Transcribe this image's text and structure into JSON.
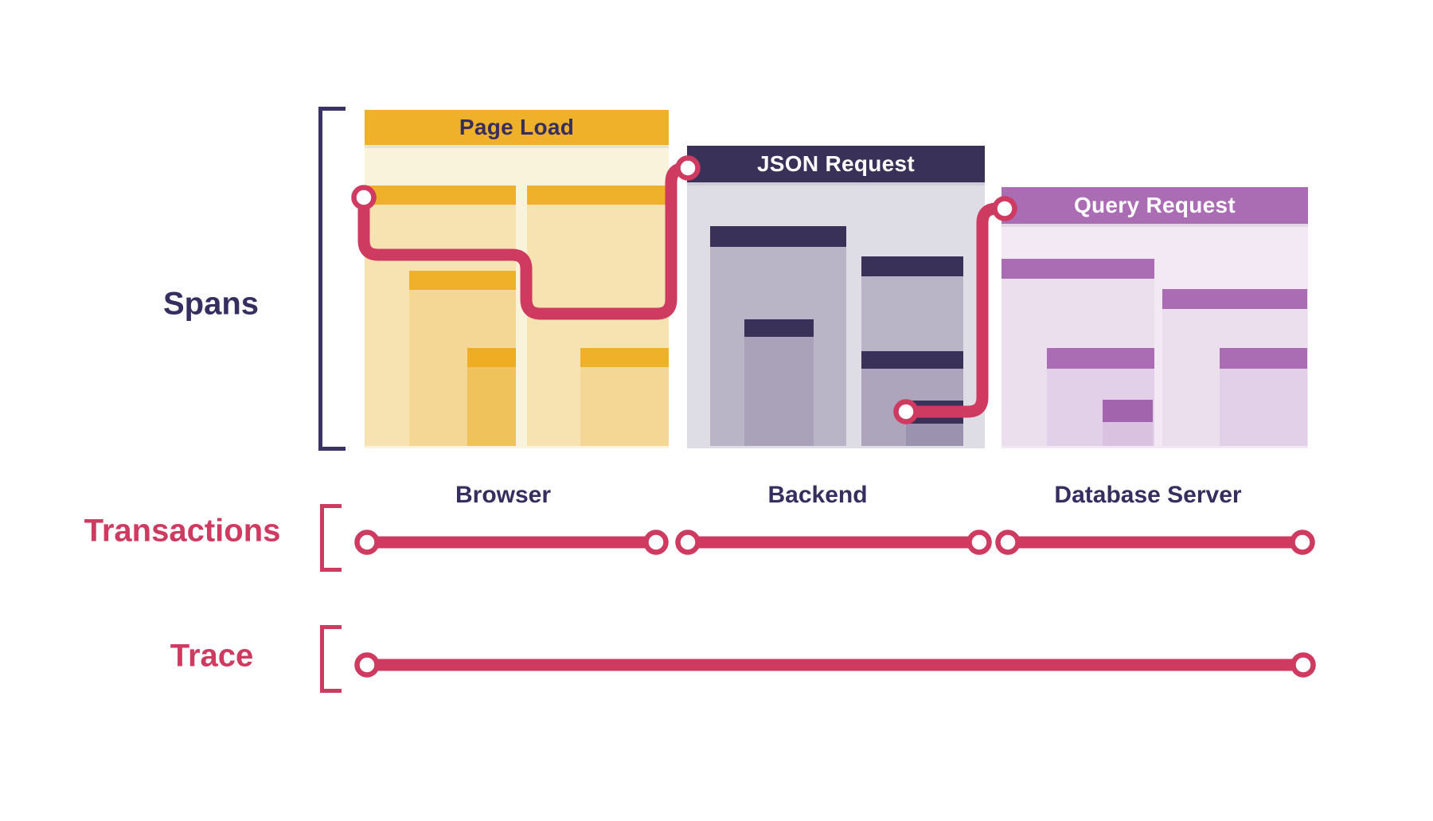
{
  "rows": {
    "spans_label": "Spans",
    "transactions_label": "Transactions",
    "trace_label": "Trace"
  },
  "transactions": [
    {
      "name": "Page Load",
      "host": "Browser",
      "header_color": "#EFB02A",
      "body_color": "#FAF3DC",
      "title_text_color": "#352E5F"
    },
    {
      "name": "JSON Request",
      "host": "Backend",
      "header_color": "#3A3158",
      "body_color": "#DEDCE5",
      "title_text_color": "#FFFFFF"
    },
    {
      "name": "Query Request",
      "host": "Database Server",
      "header_color": "#AA6DB3",
      "body_color": "#F2E9F4",
      "title_text_color": "#FFFFFF"
    }
  ],
  "colors": {
    "trace_red": "#CE3A60",
    "label_navy": "#352E5F",
    "label_red": "#CE3A60",
    "gold": "#EFB02A",
    "navy": "#3A3158",
    "purple": "#AA6DB3"
  }
}
